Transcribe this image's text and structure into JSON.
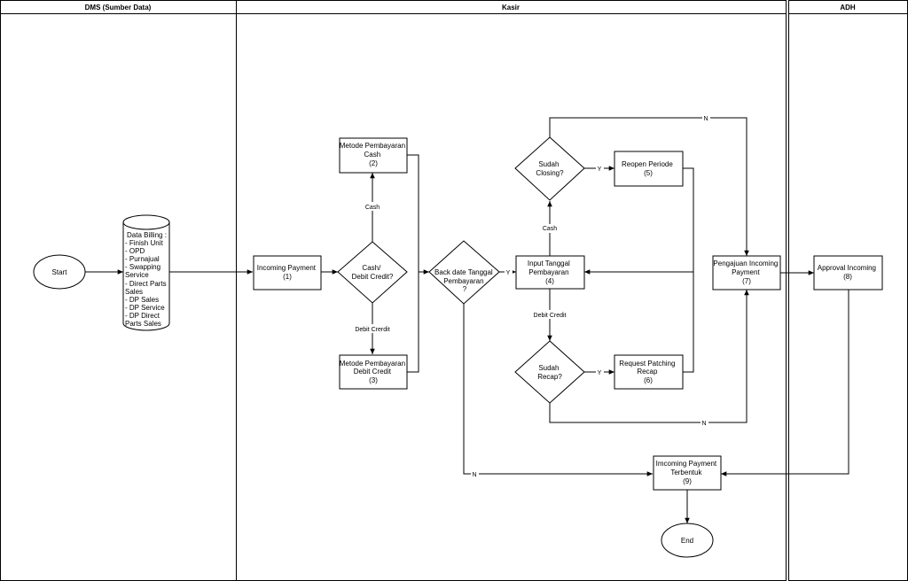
{
  "lanes": {
    "dms": "DMS (Sumber Data)",
    "kasir": "Kasir",
    "adh": "ADH"
  },
  "nodes": {
    "start": "Start",
    "end": "End",
    "data_billing": {
      "lines": [
        "Data Billing :",
        "- Finish Unit",
        "- OPD",
        "- Purnajual",
        "- Swapping",
        "  Service",
        "- Direct Parts",
        "Sales",
        "- DP Sales",
        "- DP Service",
        "-   DP  Direct",
        "Parts Sales"
      ]
    },
    "incoming_payment": [
      "Incoming Payment",
      "(1)"
    ],
    "cash_debit_decision": [
      "Cash/",
      "Debit Credit?"
    ],
    "metode_cash": [
      "Metode Pembayaran",
      "Cash",
      "(2)"
    ],
    "metode_debit": [
      "Metode Pembayaran",
      "Debit Credit",
      "(3)"
    ],
    "back_date_decision": [
      "Back date Tanggal",
      "Pembayaran",
      "?"
    ],
    "input_tanggal": [
      "Input Tanggal",
      "Pembayaran",
      "(4)"
    ],
    "sudah_closing": [
      "Sudah",
      "Closing?"
    ],
    "reopen_periode": [
      "Reopen Periode",
      "(5)"
    ],
    "sudah_recap": [
      "Sudah",
      "Recap?"
    ],
    "request_patching": [
      "Request Patching",
      "Recap",
      "(6)"
    ],
    "pengajuan": [
      "Pengajuan Incoming",
      "Payment",
      "(7)"
    ],
    "approval": [
      "Approval Incoming",
      "(8)"
    ],
    "terbentuk": [
      "Imcoming Payment",
      "Terbentuk",
      "(9)"
    ]
  },
  "edge_labels": {
    "cash": "Cash",
    "debit_crerdit": "Debit Crerdit",
    "y_backdate": "Y",
    "cash_up": "Cash",
    "debit_credit_down": "Debit Credit",
    "y_closing": "Y",
    "n_closing": "N",
    "y_recap": "Y",
    "n_recap": "N",
    "n_backdate": "N"
  }
}
